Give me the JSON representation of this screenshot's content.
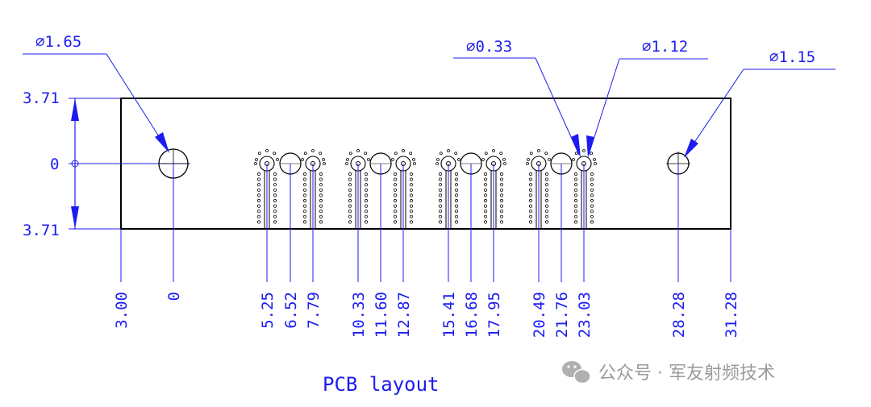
{
  "diameter_callouts": [
    {
      "text": "∅1.65"
    },
    {
      "text": "∅0.33"
    },
    {
      "text": "∅1.12"
    },
    {
      "text": "∅1.15"
    }
  ],
  "y_dimensions": [
    "3.71",
    "0",
    "3.71"
  ],
  "x_dimensions": [
    "3.00",
    "0",
    "5.25",
    "6.52",
    "7.79",
    "10.33",
    "11.60",
    "12.87",
    "15.41",
    "16.68",
    "17.95",
    "20.49",
    "21.76",
    "23.03",
    "28.28",
    "31.28"
  ],
  "title": "PCB layout",
  "watermark": {
    "text": "公众号 · 军友射频技术",
    "icon": "wechat-icon"
  },
  "colors": {
    "outline": "#000000",
    "dimension": "#1c1cf0",
    "watermark": "#9a9a9a"
  }
}
